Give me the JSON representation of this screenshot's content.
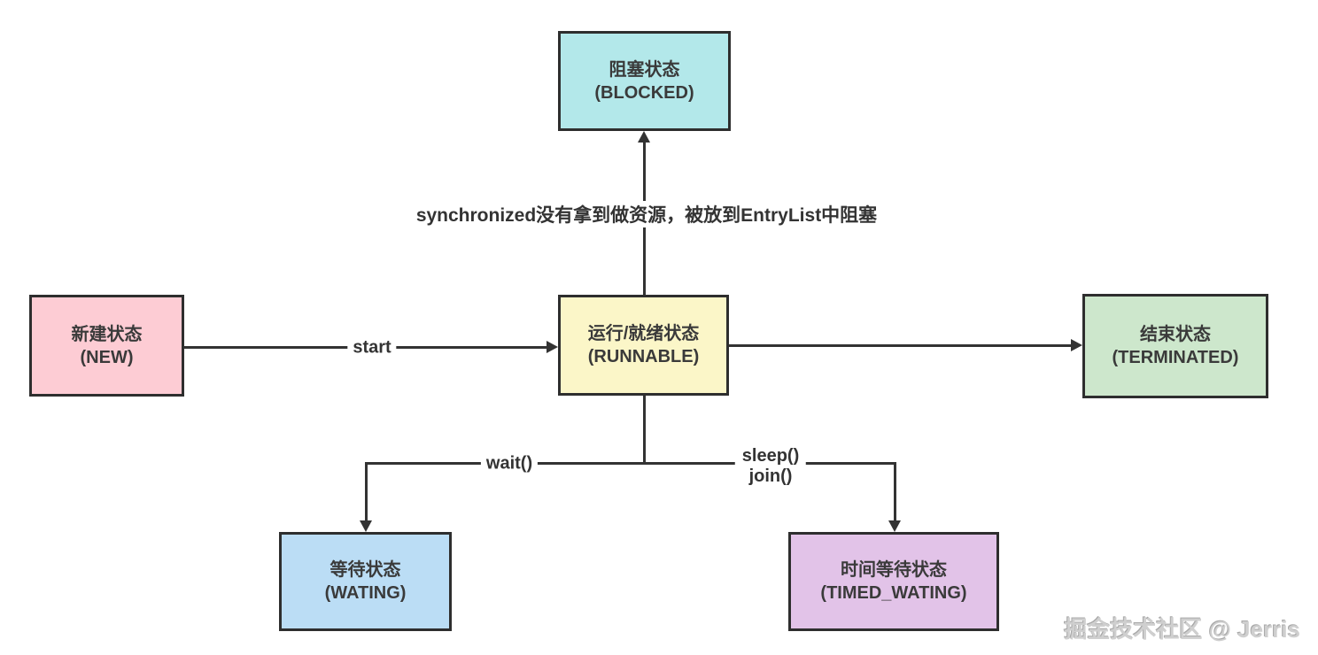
{
  "nodes": {
    "blocked": {
      "line1": "阻塞状态",
      "line2": "(BLOCKED)",
      "fill": "#b3e8ea"
    },
    "new": {
      "line1": "新建状态",
      "line2": "(NEW)",
      "fill": "#fdccd4"
    },
    "runnable": {
      "line1": "运行/就绪状态",
      "line2": "(RUNNABLE)",
      "fill": "#fbf6c8"
    },
    "terminated": {
      "line1": "结束状态",
      "line2": "(TERMINATED)",
      "fill": "#cde7cc"
    },
    "waiting": {
      "line1": "等待状态",
      "line2": "(WATING)",
      "fill": "#bbddf5"
    },
    "timed_waiting": {
      "line1": "时间等待状态",
      "line2": "(TIMED_WATING)",
      "fill": "#e2c3e8"
    }
  },
  "edges": {
    "start_label": "start",
    "blocked_label": "synchronized没有拿到做资源，被放到EntryList中阻塞",
    "wait_label": "wait()",
    "sleep_label": "sleep()",
    "join_label": "join()"
  },
  "watermark": "掘金技术社区 @ Jerris",
  "colors": {
    "background": "#ffffff",
    "line": "#333333",
    "node_border": "#2e2e2e",
    "text": "#3a3a3a",
    "watermark": "#cfcfcf"
  }
}
